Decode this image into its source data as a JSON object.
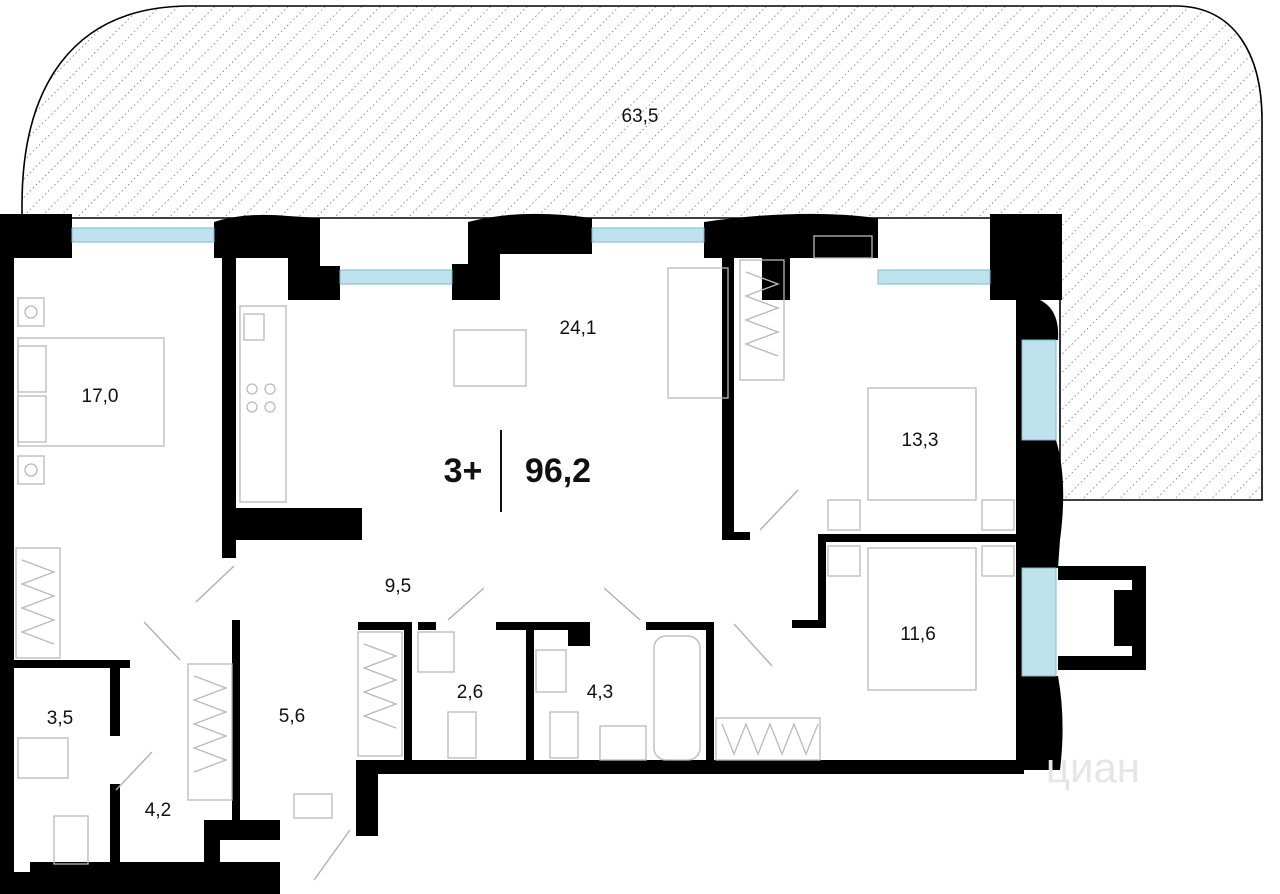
{
  "plan": {
    "rooms_label": "3+",
    "total_area": "96,2",
    "room_areas": {
      "terrace": "63,5",
      "living_kitchen": "24,1",
      "bedroom_left": "17,0",
      "bedroom_right_top": "13,3",
      "bedroom_right_bottom": "11,6",
      "hall": "9,5",
      "entry": "5,6",
      "bath_small_left": "3,5",
      "wc_left": "4,2",
      "wc_center": "2,6",
      "bath_center": "4,3"
    },
    "watermark": "циан"
  },
  "colors": {
    "wall": "#000000",
    "window": "#bfe3ee",
    "hatch": "#555555",
    "furniture_line": "#b9b9b9"
  }
}
